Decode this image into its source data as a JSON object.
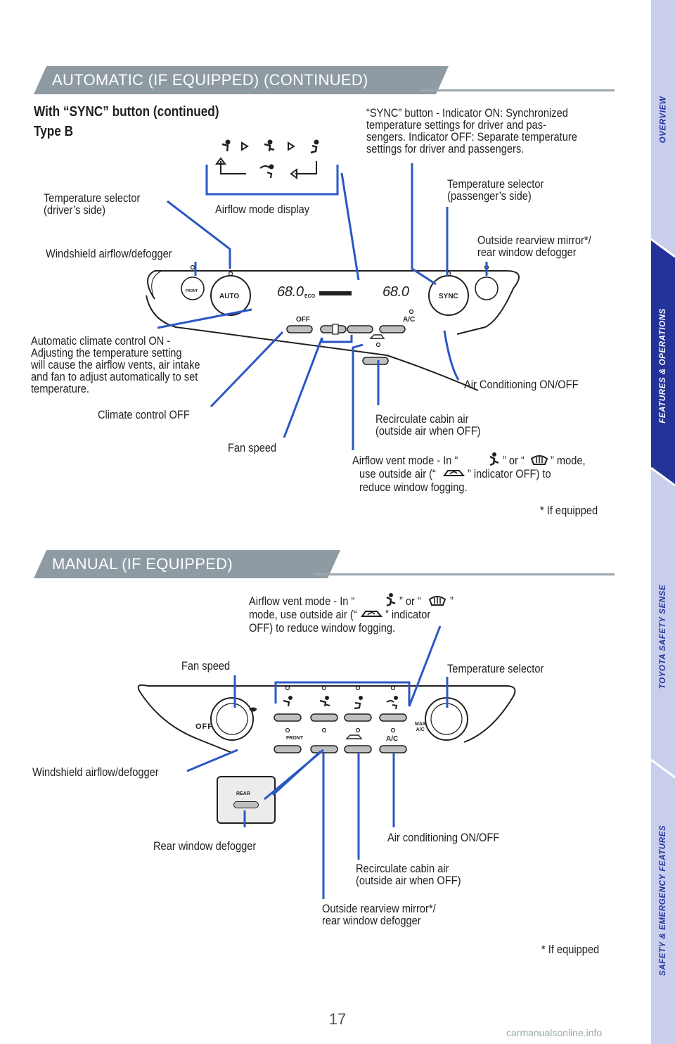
{
  "colors": {
    "banner": "#8e9ba3",
    "accent_line": "#2b57c5",
    "sidebar": "#c8ceec",
    "sidebar_active": "#23339a"
  },
  "section1": {
    "banner": "AUTOMATIC (IF EQUIPPED) (CONTINUED)",
    "heading_line1": "With “SYNC” button (continued)",
    "heading_line2": "Type B",
    "labels": {
      "sync": "“SYNC” button - Indicator ON: Synchronized\ntemperature settings for driver and pas-\nsengers. Indicator OFF: Separate temperature\nsettings for driver and passengers.",
      "temp_driver": "Temperature selector\n(driver’s side)",
      "airflow_display": "Airflow mode display",
      "temp_passenger": "Temperature selector\n(passenger’s side)",
      "windshield": "Windshield airflow/defogger",
      "mirror": "Outside rearview mirror*/\nrear window defogger",
      "auto": "Automatic climate control ON -\nAdjusting the temperature setting\nwill cause the airflow vents, air intake\nand fan to adjust automatically to set\ntemperature.",
      "climate_off": "Climate control OFF",
      "fan_speed": "Fan speed",
      "ac": "Air Conditioning ON/OFF",
      "recirc": "Recirculate cabin air\n(outside air when OFF)",
      "vent_mode_a": "Airflow vent mode - In “",
      "vent_mode_b": "” or “",
      "vent_mode_c": "” mode,",
      "vent_mode_d": "use outside air (“",
      "vent_mode_e": "” indicator OFF) to",
      "vent_mode_f": "reduce window fogging.",
      "footnote": "* If equipped"
    },
    "panel": {
      "temp_left": "68.0",
      "temp_right": "68.0",
      "eco": "ECO",
      "auto_btn": "AUTO",
      "sync_btn": "SYNC",
      "off_btn": "OFF",
      "ac_btn": "A/C",
      "front_btn": "FRONT"
    }
  },
  "section2": {
    "banner": "MANUAL (IF EQUIPPED)",
    "labels": {
      "vent_mode_a": "Airflow vent mode - In “",
      "vent_mode_b": "” or “",
      "vent_mode_c": "”",
      "vent_mode_d": "mode, use outside air (“",
      "vent_mode_e": "” indicator",
      "vent_mode_f": "OFF) to reduce window fogging.",
      "fan_speed": "Fan speed",
      "temp_selector": "Temperature selector",
      "windshield": "Windshield airflow/defogger",
      "rear_defogger": "Rear window defogger",
      "ac": "Air conditioning ON/OFF",
      "recirc": "Recirculate cabin air\n(outside air when OFF)",
      "mirror": "Outside rearview mirror*/\nrear window defogger",
      "footnote": "* If equipped"
    },
    "panel": {
      "off": "OFF",
      "max_ac": "MAX\nA/C",
      "front": "FRONT",
      "ac_btn": "A/C",
      "rear": "REAR"
    }
  },
  "sidebar_tabs": [
    "OVERVIEW",
    "FEATURES & OPERATIONS",
    "TOYOTA SAFETY SENSE",
    "SAFETY & EMERGENCY FEATURES"
  ],
  "page_number": "17",
  "watermark": "carmanualsonline.info"
}
